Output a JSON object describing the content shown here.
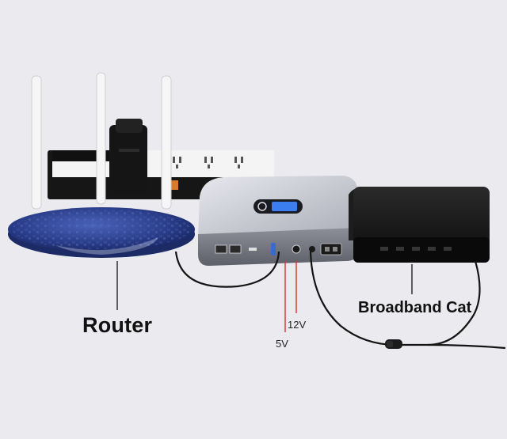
{
  "labels": {
    "router": "Router",
    "broadband": "Broadband Cat",
    "v12": "12V",
    "v5": "5V"
  },
  "colors": {
    "background": "#ebebef",
    "router_body": "#2b3f8a",
    "ups_body": "#c9cbd2",
    "ups_display": "#3a7ef0",
    "modem_body": "#151515",
    "power_strip": "#f2f2f2",
    "cable": "#151515",
    "voltage_marker": "#d93030"
  },
  "icons": {
    "router": "wifi-router",
    "ups": "mini-ups",
    "modem": "broadband-modem",
    "power_strip": "power-strip",
    "adapter": "power-adapter"
  }
}
